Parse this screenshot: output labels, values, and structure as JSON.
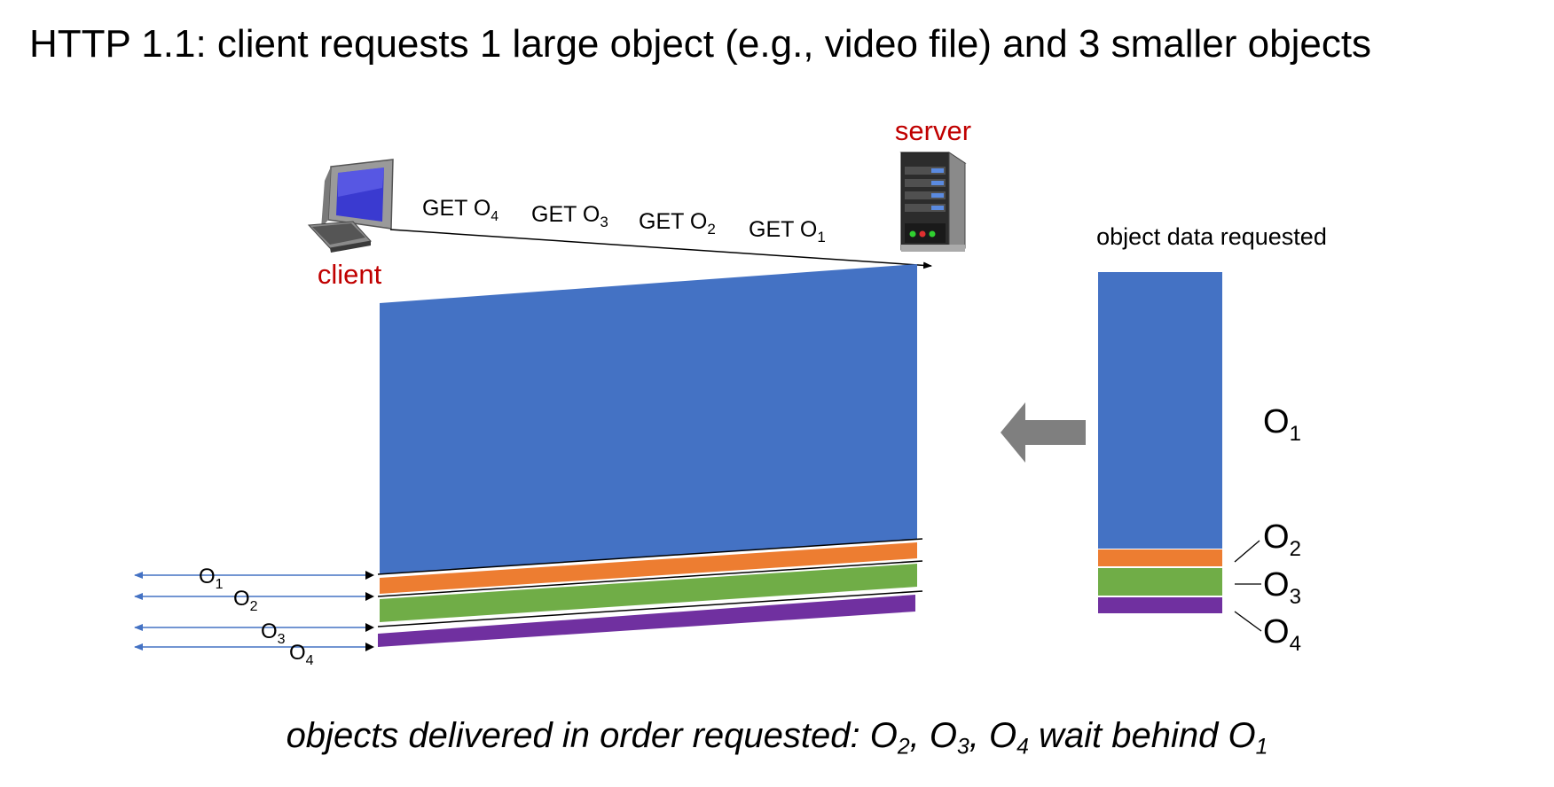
{
  "title": "HTTP 1.1: client requests 1 large object (e.g., video file) and 3 smaller objects",
  "hosts": {
    "server": "server",
    "client": "client"
  },
  "requests": [
    {
      "base": "GET O",
      "sub": "4"
    },
    {
      "base": "GET O",
      "sub": "3"
    },
    {
      "base": "GET O",
      "sub": "2"
    },
    {
      "base": "GET O",
      "sub": "1"
    }
  ],
  "responses": [
    {
      "base": "O",
      "sub": "1"
    },
    {
      "base": "O",
      "sub": "2"
    },
    {
      "base": "O",
      "sub": "3"
    },
    {
      "base": "O",
      "sub": "4"
    }
  ],
  "legend": {
    "heading": "object data requested",
    "items": [
      {
        "base": "O",
        "sub": "1",
        "color": "#4472C4"
      },
      {
        "base": "O",
        "sub": "2",
        "color": "#ED7D31"
      },
      {
        "base": "O",
        "sub": "3",
        "color": "#70AD47"
      },
      {
        "base": "O",
        "sub": "4",
        "color": "#7030A0"
      }
    ]
  },
  "colors": {
    "host_label": "#C00000",
    "arrow_blue": "#4472C4",
    "big_arrow": "#7F7F7F"
  },
  "caption": {
    "prefix": "objects delivered in order requested: O",
    "sub1": "2",
    "mid1": ", O",
    "sub2": "3",
    "mid2": ", O",
    "sub3": "4",
    "mid3": " wait behind O",
    "sub4": "1"
  }
}
